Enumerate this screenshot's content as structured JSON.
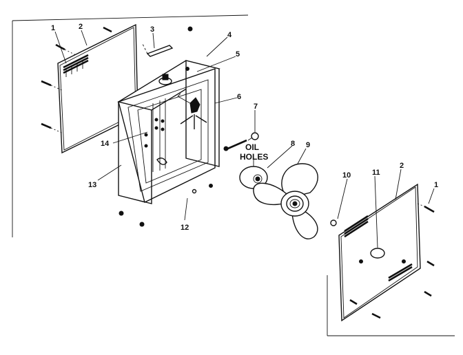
{
  "callouts": {
    "c1_left": "1",
    "c2_left": "2",
    "c3": "3",
    "c4": "4",
    "c5": "5",
    "c6": "6",
    "c7": "7",
    "c8": "8",
    "c9": "9",
    "c10": "10",
    "c11": "11",
    "c2_right": "2",
    "c1_right": "1",
    "c12": "12",
    "c13": "13",
    "c14": "14"
  },
  "annotation": {
    "line1": "OIL",
    "line2": "HOLES"
  }
}
